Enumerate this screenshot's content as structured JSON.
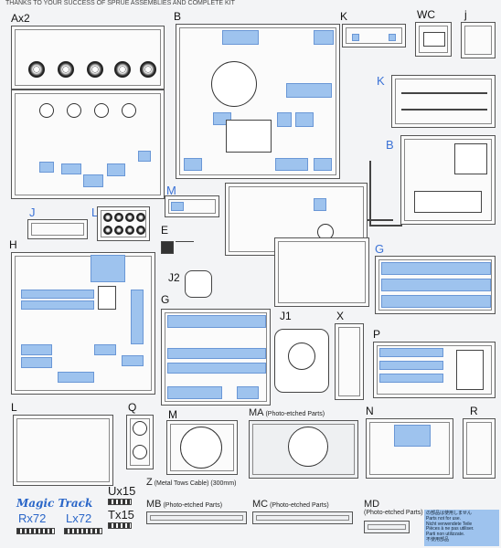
{
  "header": {
    "text": "THANKS TO YOUR SUCCESS OF SPRUE ASSEMBLIES AND COMPLETE KIT"
  },
  "sprue_labels": {
    "ax2": "Ax2",
    "b": "B",
    "k": "K",
    "wc": "WC",
    "j_small": "j",
    "k_blue": "K",
    "b_blue": "B",
    "m_blue": "M",
    "j_blue": "J",
    "l_blue": "L",
    "e": "E",
    "h": "H",
    "j2": "J2",
    "g_blue": "G",
    "g": "G",
    "j1": "J1",
    "x": "X",
    "p": "P",
    "l": "L",
    "q": "Q",
    "m": "M",
    "ma": "MA",
    "n": "N",
    "r": "R",
    "z": "Z",
    "mb": "MB",
    "mc": "MC",
    "md": "MD"
  },
  "captions": {
    "ma": "(Photo-etched Parts)",
    "z": "(Metal Tows Cable) (300mm)",
    "mb": "(Photo-etched Parts)",
    "mc": "(Photo-etched Parts)",
    "md": "(Photo-etched Parts)"
  },
  "counts": {
    "ux": "Ux15",
    "tx": "Tx15",
    "rx": "Rx72",
    "lx": "Lx72"
  },
  "logo": "Magic Track",
  "notice_lines": [
    "の部品は使用しません",
    "Parts not for use.",
    "Nicht verwendete Teile",
    "Pièces à ne pas utiliser.",
    "Parti non utilizzate.",
    "不使用部品"
  ],
  "colors": {
    "highlight": "#9ec3ee",
    "label_blue": "#3b72d6"
  }
}
